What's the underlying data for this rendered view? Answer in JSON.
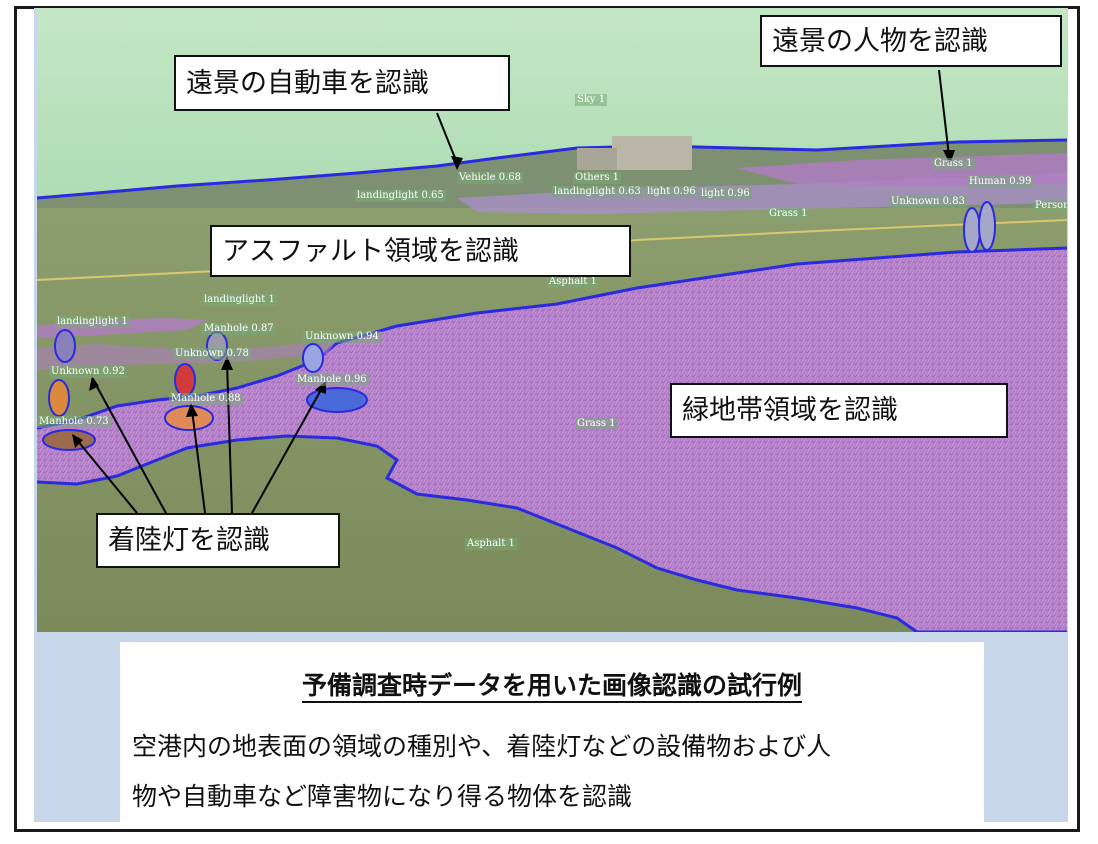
{
  "callouts": {
    "far_vehicle": "遠景の自動車を認識",
    "far_person": "遠景の人物を認識",
    "asphalt": "アスファルト領域を認識",
    "green": "緑地帯領域を認識",
    "landing_light": "着陸灯を認識"
  },
  "segment_labels": [
    "Sky 1",
    "Vehicle 0.68",
    "Others 1",
    "landinglight 0.65",
    "landinglight 0.63",
    "light 0.96",
    "light 0.96",
    "Grass 1",
    "Human 0.99",
    "Unknown 0.83",
    "Person",
    "Grass 1",
    "Asphalt 1",
    "landinglight 1",
    "landinglight 1",
    "Manhole 0.87",
    "Unknown 0.94",
    "Unknown 0.78",
    "Unknown 0.92",
    "Manhole 0.96",
    "Manhole 0.88",
    "Manhole 0.73",
    "Grass 1",
    "Asphalt 1"
  ],
  "caption": {
    "title": "予備調査時データを用いた画像認識の試行例",
    "line1": "空港内の地表面の領域の種別や、着陸灯などの設備物および人",
    "line2": "物や自動車など障害物になり得る物体を認識"
  }
}
